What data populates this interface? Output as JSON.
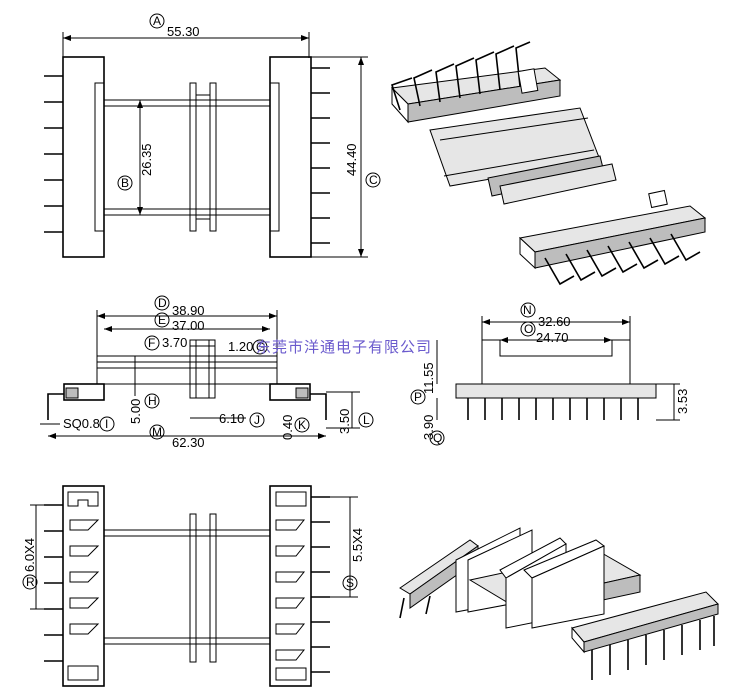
{
  "dimensions": {
    "A": "55.30",
    "B": "26.35",
    "C": "44.40",
    "D": "38.90",
    "E": "37.00",
    "F": "3.70",
    "G": "1.20",
    "H": "5.00",
    "I": "SQ0.8",
    "J": "6.10",
    "K": "0.40",
    "L": "3.50",
    "M": "62.30",
    "N": "32.60",
    "O": "24.70",
    "P": "11.55",
    "Q": "3.90",
    "side_height": "3.53",
    "R": "6.0X4",
    "S": "5.5X4"
  },
  "labels": [
    "A",
    "B",
    "C",
    "D",
    "E",
    "F",
    "G",
    "H",
    "I",
    "J",
    "K",
    "L",
    "M",
    "N",
    "O",
    "P",
    "Q",
    "R",
    "S"
  ],
  "watermark": "东莞市洋通电子有限公司",
  "colors": {
    "line": "#000000",
    "watermark": "#6a5acd",
    "fill_light": "#e6e6e6",
    "fill_dark": "#bdbdbd"
  }
}
